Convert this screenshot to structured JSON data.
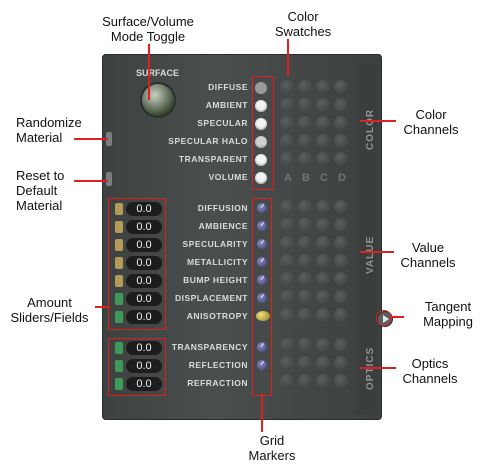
{
  "callouts": {
    "mode_toggle": "Surface/Volume\nMode Toggle",
    "color_swatches": "Color\nSwatches",
    "color_channels": "Color\nChannels",
    "randomize": "Randomize\nMaterial",
    "reset": "Reset to\nDefault\nMaterial",
    "value_channels": "Value\nChannels",
    "amount": "Amount\nSliders/Fields",
    "tangent": "Tangent\nMapping",
    "optics_channels": "Optics\nChannels",
    "grid_markers": "Grid\nMarkers"
  },
  "panel": {
    "mode_label": "SURFACE",
    "sections": {
      "color": "COLOR",
      "value": "VALUE",
      "optics": "OPTICS"
    },
    "grid_columns": [
      "A",
      "B",
      "C",
      "D"
    ],
    "color_rows": [
      "DIFFUSE",
      "AMBIENT",
      "SPECULAR",
      "SPECULAR HALO",
      "TRANSPARENT",
      "VOLUME"
    ],
    "value_rows": [
      {
        "label": "DIFFUSION",
        "amount": "0.0"
      },
      {
        "label": "AMBIENCE",
        "amount": "0.0"
      },
      {
        "label": "SPECULARITY",
        "amount": "0.0"
      },
      {
        "label": "METALLICITY",
        "amount": "0.0"
      },
      {
        "label": "BUMP HEIGHT",
        "amount": "0.0"
      },
      {
        "label": "DISPLACEMENT",
        "amount": "0.0"
      },
      {
        "label": "ANISOTROPY",
        "amount": "0.0"
      }
    ],
    "optics_rows": [
      {
        "label": "TRANSPARENCY",
        "amount": "0.0"
      },
      {
        "label": "REFLECTION",
        "amount": "0.0"
      },
      {
        "label": "REFRACTION",
        "amount": "0.0"
      }
    ]
  },
  "colors": {
    "callout_red": "#e02020",
    "swatch": "#f4f4f4",
    "marker_blue": "#3a3c7a",
    "marker_gold": "#c9b23a"
  }
}
